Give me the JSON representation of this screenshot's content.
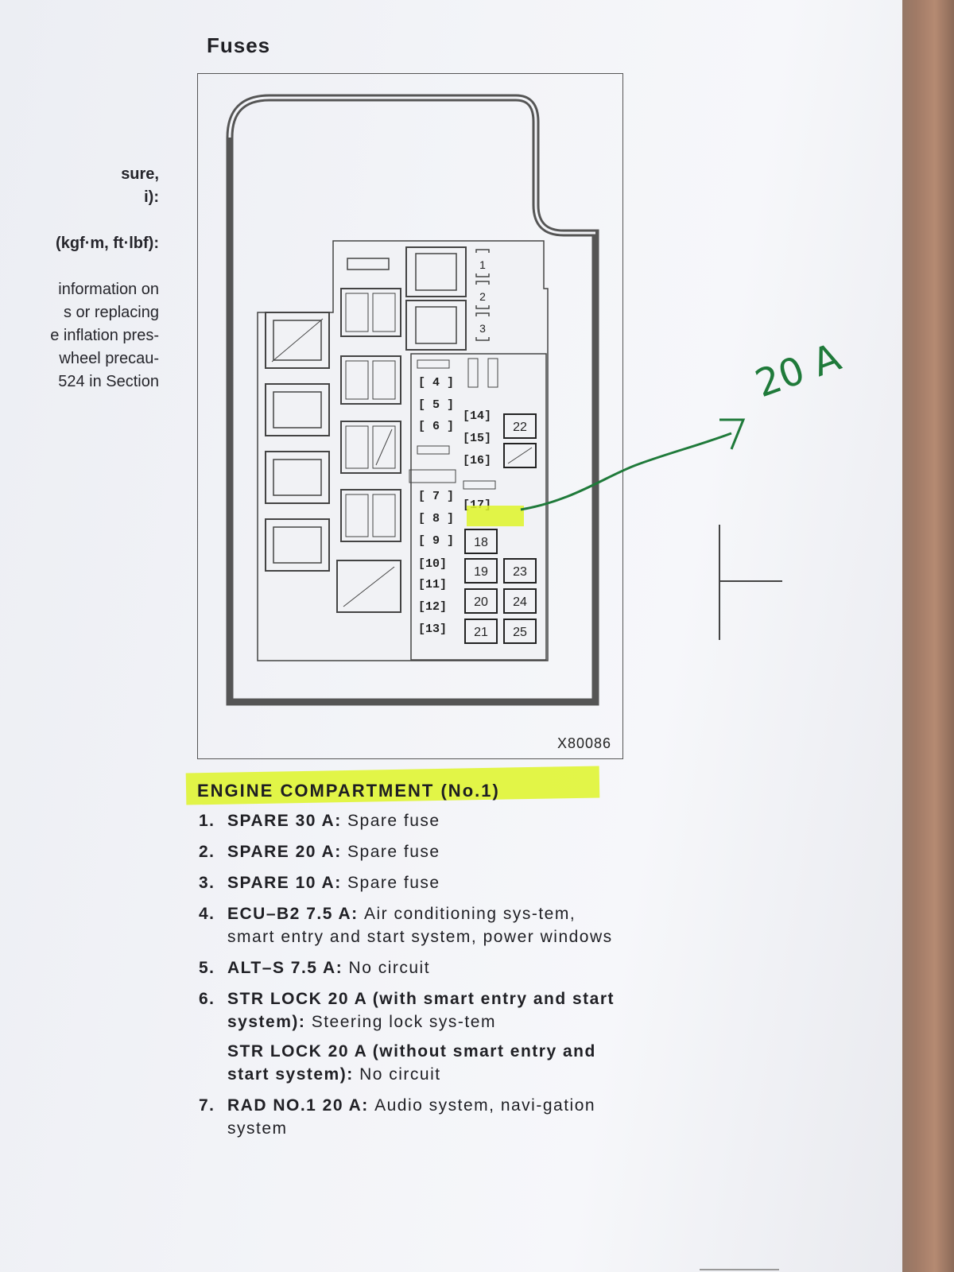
{
  "page_title": "Fuses",
  "left_column": [
    {
      "text": "sure,",
      "bold": true
    },
    {
      "text": "i):",
      "bold": true
    },
    {
      "text": "",
      "bold": false
    },
    {
      "text": "(kgf·m,  ft·lbf):",
      "bold": true
    },
    {
      "text": "",
      "bold": false
    },
    {
      "text": "information  on",
      "bold": false
    },
    {
      "text": "s  or  replacing",
      "bold": false
    },
    {
      "text": "e inflation pres-",
      "bold": false
    },
    {
      "text": "wheel  precau-",
      "bold": false
    },
    {
      "text": "524 in Section",
      "bold": false
    }
  ],
  "figure": {
    "code": "X80086",
    "fuse_labels_left": [
      "[ 4 ]",
      "[ 5 ]",
      "[ 6 ]",
      "[ 7 ]",
      "[ 8 ]",
      "[ 9 ]",
      "[10]",
      "[11]",
      "[12]",
      "[13]"
    ],
    "fuse_labels_mid": [
      "[14]",
      "[15]",
      "[16]",
      "[17]"
    ],
    "fuse_labels_top": [
      "1",
      "2",
      "3"
    ],
    "boxed_fuses": [
      "18",
      "19",
      "20",
      "21",
      "22",
      "23",
      "24",
      "25"
    ],
    "annotation": "20 A",
    "highlight_color": "#def428",
    "ink_color": "#1f7a3a"
  },
  "section_title": "ENGINE  COMPARTMENT  (No.1)",
  "items": [
    {
      "num": "1.",
      "key": "SPARE  30  A:",
      "desc": "Spare  fuse"
    },
    {
      "num": "2.",
      "key": "SPARE  20  A:",
      "desc": "Spare  fuse"
    },
    {
      "num": "3.",
      "key": "SPARE  10  A:",
      "desc": "Spare  fuse"
    },
    {
      "num": "4.",
      "key": "ECU–B2  7.5  A:",
      "desc": "Air  conditioning  sys-tem,  smart  entry  and  start  system,  power  windows"
    },
    {
      "num": "5.",
      "key": "ALT–S  7.5  A:",
      "desc": "No  circuit"
    },
    {
      "num": "6.",
      "key": "STR  LOCK  20  A  (with  smart  entry  and  start  system):",
      "desc": "Steering  lock  sys-tem",
      "sub_key": "STR  LOCK  20  A  (without  smart  entry  and  start  system):",
      "sub_desc": "No  circuit"
    },
    {
      "num": "7.",
      "key": "RAD  NO.1  20  A:",
      "desc": "Audio  system,  navi-gation  system"
    }
  ]
}
